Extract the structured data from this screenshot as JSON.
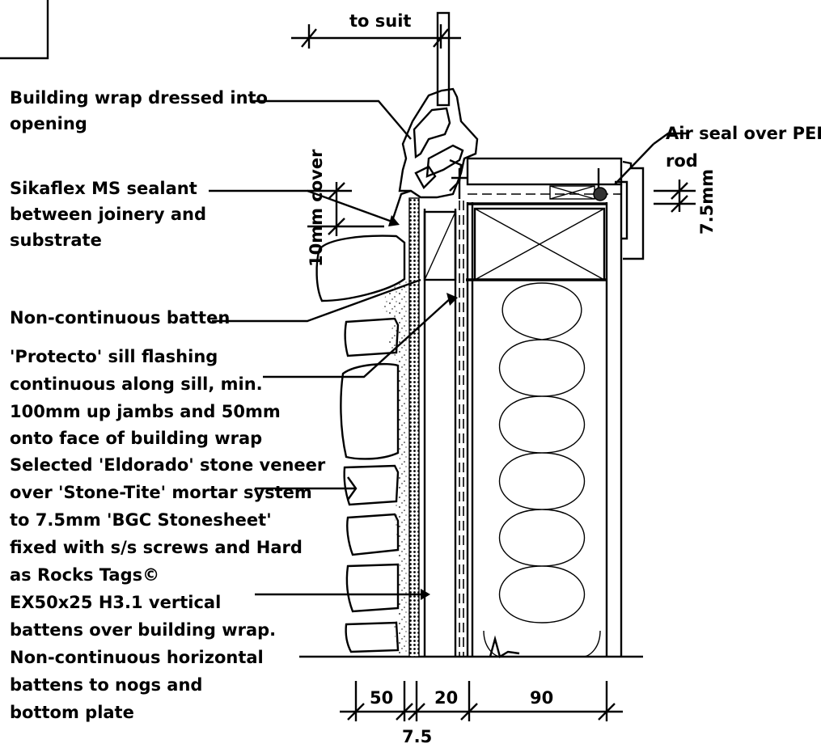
{
  "annotations": {
    "to_suit": "to suit",
    "building_wrap": [
      "Building wrap dressed into",
      "opening"
    ],
    "air_seal": [
      "Air seal over PEF",
      "rod"
    ],
    "sikaflex": [
      "Sikaflex MS sealant",
      "between joinery and",
      "substrate"
    ],
    "cover": "10mm cover",
    "seal_gap": "7.5mm",
    "batten": "Non-continuous batten",
    "sill_flashing": [
      "'Protecto' sill flashing",
      "continuous along sill, min.",
      "100mm up jambs and 50mm",
      "onto face of building wrap"
    ],
    "stone_veneer": [
      "Selected 'Eldorado' stone veneer",
      "over 'Stone-Tite' mortar system",
      "to 7.5mm 'BGC Stonesheet'",
      "fixed with s/s screws and Hard",
      "as Rocks Tags©"
    ],
    "vertical_battens": [
      "EX50x25 H3.1 vertical",
      "battens over building wrap.",
      "Non-continuous horizontal",
      "battens to nogs and",
      "bottom plate"
    ]
  },
  "dimensions": {
    "d50": "50",
    "d7_5": "7.5",
    "d20": "20",
    "d90": "90"
  }
}
